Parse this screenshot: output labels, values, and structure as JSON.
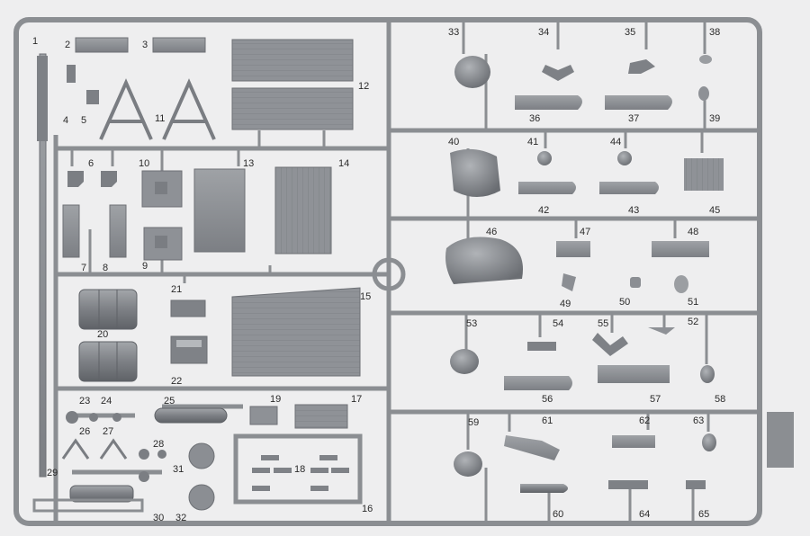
{
  "part_numbers": [
    "1",
    "2",
    "3",
    "4",
    "5",
    "6",
    "7",
    "8",
    "9",
    "10",
    "11",
    "12",
    "13",
    "14",
    "15",
    "16",
    "17",
    "18",
    "19",
    "20",
    "21",
    "22",
    "23",
    "24",
    "25",
    "26",
    "27",
    "28",
    "29",
    "30",
    "31",
    "32",
    "33",
    "34",
    "35",
    "36",
    "37",
    "38",
    "39",
    "40",
    "41",
    "42",
    "43",
    "44",
    "45",
    "46",
    "47",
    "48",
    "49",
    "50",
    "51",
    "52",
    "53",
    "54",
    "55",
    "56",
    "57",
    "58",
    "59",
    "60",
    "61",
    "62",
    "63",
    "64",
    "65"
  ],
  "colors": {
    "background": "#eeeeef",
    "frame": "#8b8e92",
    "part": "#909398",
    "part_dark": "#6d7075",
    "part_light": "#a9acb0"
  }
}
